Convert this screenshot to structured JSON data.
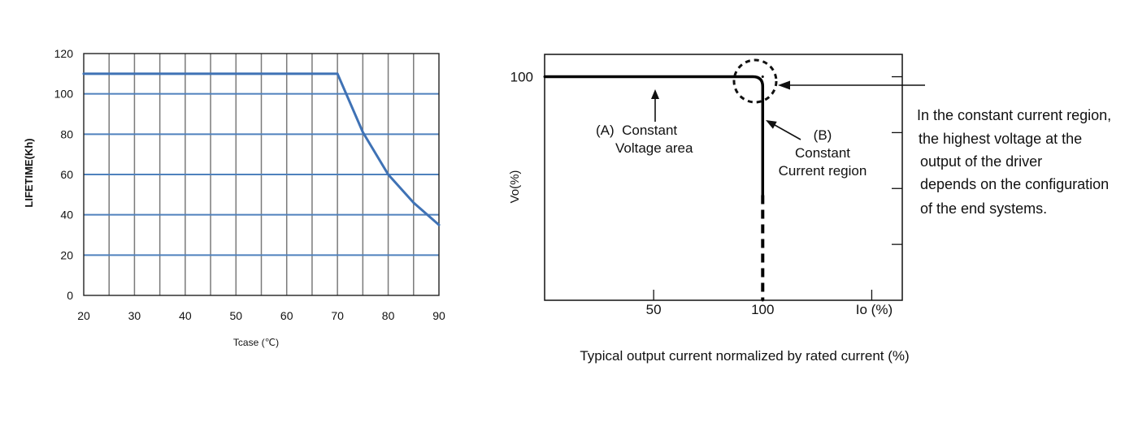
{
  "chart_data": [
    {
      "type": "line",
      "title": "",
      "xlabel": "Tcase (℃)",
      "ylabel": "LIFETIME(Kh)",
      "xlim": [
        20,
        90
      ],
      "ylim": [
        0,
        120
      ],
      "x_ticks": [
        20,
        30,
        40,
        50,
        60,
        70,
        80,
        90
      ],
      "y_ticks": [
        0,
        20,
        40,
        60,
        80,
        100,
        120
      ],
      "x_grid_step": 5,
      "grid": true,
      "series": [
        {
          "x": [
            20,
            70,
            75,
            80,
            85,
            90
          ],
          "y": [
            110,
            110,
            81,
            60,
            46,
            35
          ],
          "color": "#3f72b5"
        }
      ],
      "colors": {
        "h_grid": "#4f81bd",
        "v_grid": "#7a7a7a",
        "frame": "#222222"
      }
    },
    {
      "type": "line",
      "title": "",
      "xlabel": "Io (%)",
      "ylabel": "Vo(%)",
      "caption": "Typical output current normalized by rated current (%)",
      "xlim": [
        0,
        164
      ],
      "ylim": [
        0,
        110
      ],
      "x_ticks": [
        50,
        100
      ],
      "y_ticks": [
        100
      ],
      "x_tick_marks": [
        50,
        150
      ],
      "y_tick_marks_right": [
        25,
        50,
        75,
        100
      ],
      "grid": false,
      "series": [
        {
          "x": [
            0,
            100,
            100
          ],
          "y": [
            100,
            100,
            47
          ],
          "dashed": false,
          "color": "#000000"
        },
        {
          "x": [
            100,
            100
          ],
          "y": [
            47,
            0
          ],
          "dashed": true,
          "color": "#000000"
        }
      ],
      "annotations": {
        "a_label": [
          "(A)  Constant",
          "Voltage area"
        ],
        "b_label": [
          "(B)",
          "Constant",
          "Current region"
        ],
        "note": [
          "In the constant current region,",
          "the highest voltage at the",
          "output of the driver",
          "depends on the configuration",
          "of the end systems."
        ]
      }
    }
  ]
}
